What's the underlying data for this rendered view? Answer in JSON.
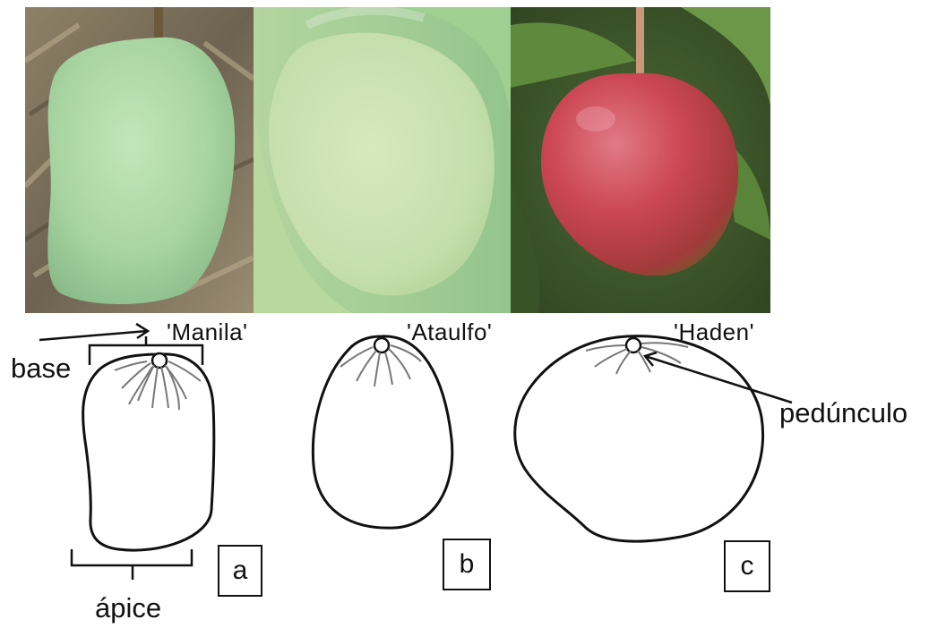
{
  "photos": [
    {
      "name": "manila-photo",
      "fruit_color": "#a9d6a3",
      "background_color": "#7c6e56"
    },
    {
      "name": "ataulfo-photo",
      "fruit_color": "#c9e3ad",
      "background_color": "#a6cf9a"
    },
    {
      "name": "haden-photo",
      "fruit_color": "#c8404c",
      "background_color": "#3f5a2c"
    }
  ],
  "cultivars": {
    "manila": "'Manila'",
    "ataulfo": "'Ataulfo'",
    "haden": "'Haden'"
  },
  "annotations": {
    "base": "base",
    "apice": "ápice",
    "peduncle": "pedúnculo"
  },
  "panels": {
    "a": "a",
    "b": "b",
    "c": "c"
  },
  "colors": {
    "line": "#111111",
    "fiber": "#777777"
  }
}
